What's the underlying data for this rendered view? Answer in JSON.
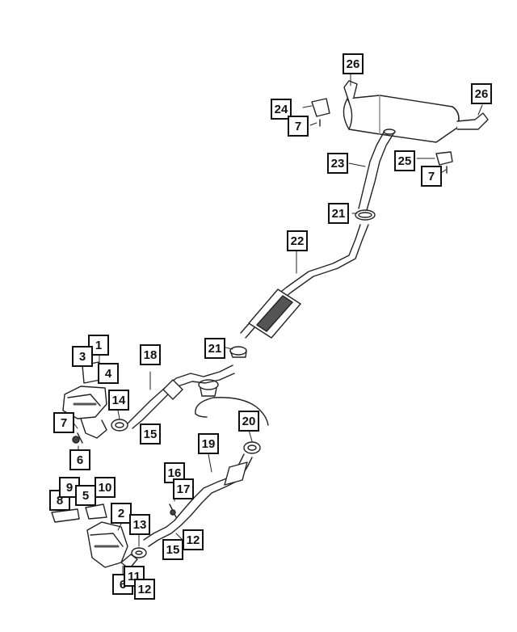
{
  "diagram": {
    "callouts": [
      "26",
      "26",
      "24",
      "7",
      "23",
      "25",
      "7",
      "21",
      "22",
      "21",
      "1",
      "3",
      "4",
      "18",
      "14",
      "7",
      "15",
      "6",
      "20",
      "19",
      "16",
      "17",
      "8",
      "9",
      "10",
      "5",
      "2",
      "13",
      "12",
      "15",
      "6",
      "11",
      "12"
    ]
  },
  "colors": {
    "line": "#222222",
    "fill": "#ffffff",
    "shade": "#555555"
  }
}
